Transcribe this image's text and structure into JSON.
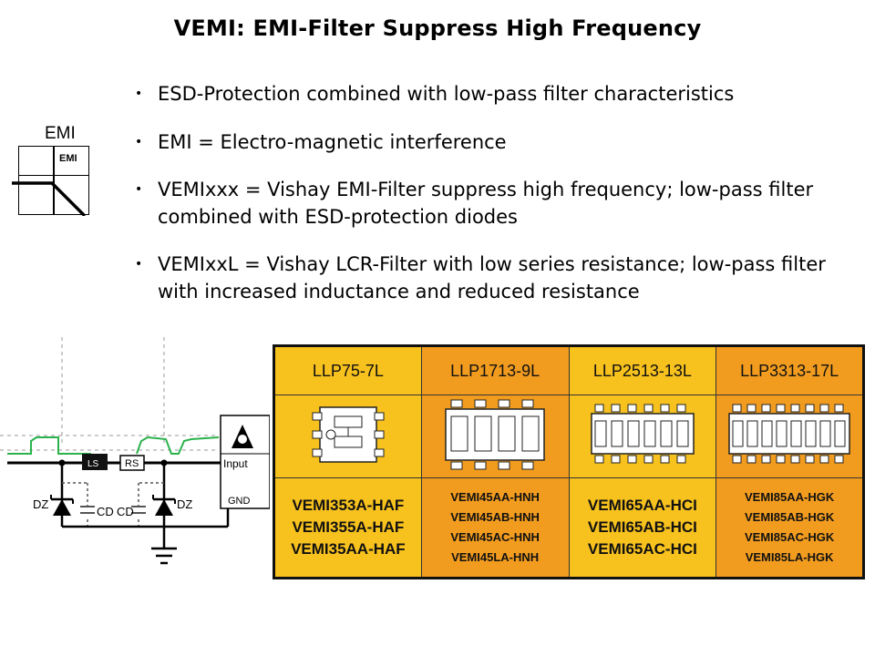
{
  "slide": {
    "title": "VEMI: EMI-Filter Suppress High Frequency"
  },
  "bullets": [
    "ESD-Protection combined with low-pass filter characteristics",
    "EMI = Electro-magnetic interference",
    "VEMIxxx = Vishay EMI-Filter suppress high frequency; low-pass filter combined with ESD-protection diodes",
    "VEMIxxL = Vishay LCR-Filter with low series resistance; low-pass filter with increased inductance and reduced resistance"
  ],
  "emi_icon": {
    "label": "EMI",
    "inner_label": "EMI"
  },
  "circuit": {
    "dz_left": "DZ",
    "cd_left": "CD",
    "ls": "LS",
    "rs": "RS",
    "cd_right": "CD",
    "dz_right": "DZ",
    "input": "Input",
    "gnd": "GND"
  },
  "packages": {
    "headers": [
      "LLP75-7L",
      "LLP1713-9L",
      "LLP2513-13L",
      "LLP3313-17L"
    ],
    "parts": [
      [
        "VEMI353A-HAF",
        "VEMI355A-HAF",
        "VEMI35AA-HAF"
      ],
      [
        "VEMI45AA-HNH",
        "VEMI45AB-HNH",
        "VEMI45AC-HNH",
        "VEMI45LA-HNH"
      ],
      [
        "VEMI65AA-HCI",
        "VEMI65AB-HCI",
        "VEMI65AC-HCI"
      ],
      [
        "VEMI85AA-HGK",
        "VEMI85AB-HGK",
        "VEMI85AC-HGK",
        "VEMI85LA-HGK"
      ]
    ]
  },
  "colors": {
    "yellow_cell": "#f7c11e",
    "orange_cell": "#f29c1f",
    "signal_green": "#2bb24c"
  }
}
